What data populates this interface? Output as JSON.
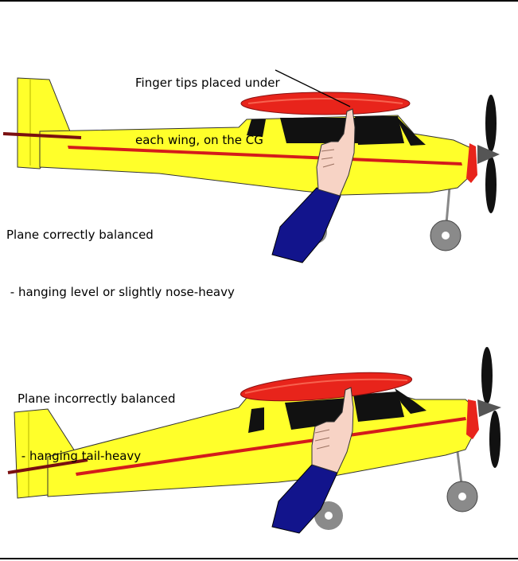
{
  "title": "",
  "cg_callout": {
    "line1": "Finger tips placed under",
    "line2": "each wing, on the CG"
  },
  "balanced": {
    "line1": "Plane correctly balanced",
    "line2": " - hanging level or slightly nose-heavy"
  },
  "tail_heavy": {
    "line1": "Plane incorrectly balanced",
    "line2": " - hanging tail-heavy"
  },
  "colors": {
    "fuselage": "#ffff2a",
    "wing": "#e8241b",
    "stripe": "#d41b1b",
    "window": "#111111",
    "sleeve": "#12148c",
    "hand": "#f7d3c5",
    "wheel": "#8a8a8a",
    "propeller": "#111111"
  }
}
